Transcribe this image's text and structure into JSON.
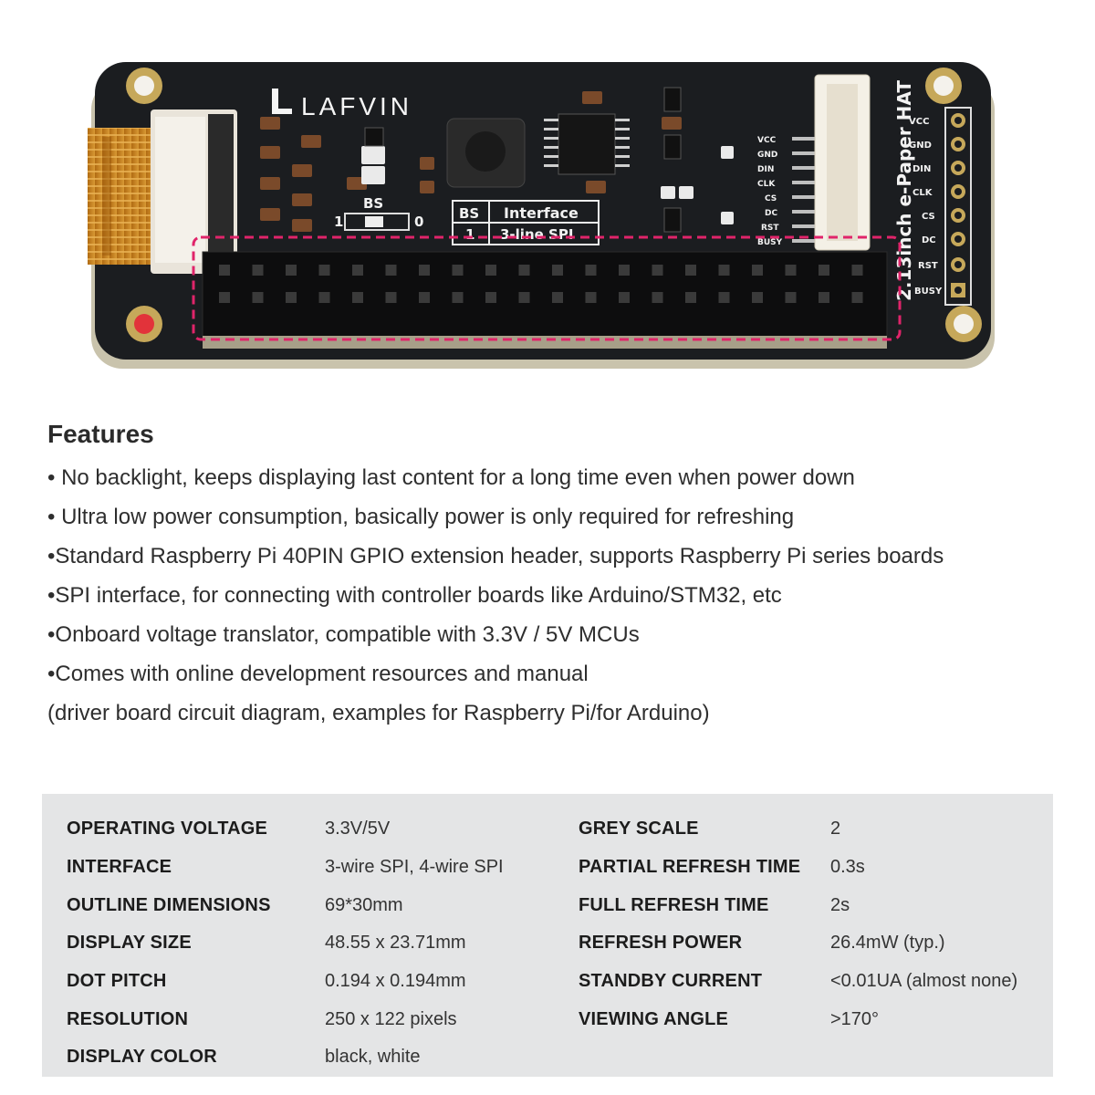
{
  "board": {
    "brand": "LAFVIN",
    "bs_label": "BS",
    "bs_one": "1",
    "bs_zero": "0",
    "bs_table_header_bs": "BS",
    "bs_table_header_interface": "Interface",
    "bs_table_row_bs": "1",
    "bs_table_row_interface": "3-line SPI",
    "hat_label": "2.13inch e-Paper HAT",
    "pins": [
      "VCC",
      "GND",
      "DIN",
      "CLK",
      "CS",
      "DC",
      "RST",
      "BUSY"
    ],
    "colors": {
      "pcb": "#1b1d20",
      "header": "#0d0d0e",
      "highlight": "#e0246a",
      "flex": "#c9861e"
    }
  },
  "features": {
    "title": "Features",
    "items": [
      "• No backlight, keeps displaying last content for a long time even when power down",
      "• Ultra low power consumption, basically power is only required for refreshing",
      "•Standard Raspberry Pi 40PIN GPIO extension header, supports Raspberry Pi series boards",
      "•SPI interface, for connecting with controller boards like Arduino/STM32, etc",
      "•Onboard voltage translator, compatible with 3.3V / 5V MCUs",
      "•Comes with online development resources and manual",
      "(driver board circuit diagram, examples for Raspberry Pi/for Arduino)"
    ]
  },
  "specs": {
    "left": [
      {
        "key": "OPERATING VOLTAGE",
        "value": "3.3V/5V"
      },
      {
        "key": "INTERFACE",
        "value": "3-wire SPI, 4-wire SPI"
      },
      {
        "key": "OUTLINE DIMENSIONS",
        "value": "69*30mm"
      },
      {
        "key": "DISPLAY SIZE",
        "value": "48.55 x 23.71mm"
      },
      {
        "key": "DOT PITCH",
        "value": "0.194 x 0.194mm"
      },
      {
        "key": "RESOLUTION",
        "value": "250 x 122 pixels"
      },
      {
        "key": "DISPLAY COLOR",
        "value": "black, white"
      }
    ],
    "right": [
      {
        "key": "GREY SCALE",
        "value": "2"
      },
      {
        "key": "PARTIAL REFRESH TIME",
        "value": "0.3s"
      },
      {
        "key": "FULL REFRESH TIME",
        "value": "2s"
      },
      {
        "key": "REFRESH POWER",
        "value": "26.4mW (typ.)"
      },
      {
        "key": "STANDBY CURRENT",
        "value": "<0.01UA (almost none)"
      },
      {
        "key": "VIEWING ANGLE",
        "value": ">170°"
      }
    ]
  }
}
